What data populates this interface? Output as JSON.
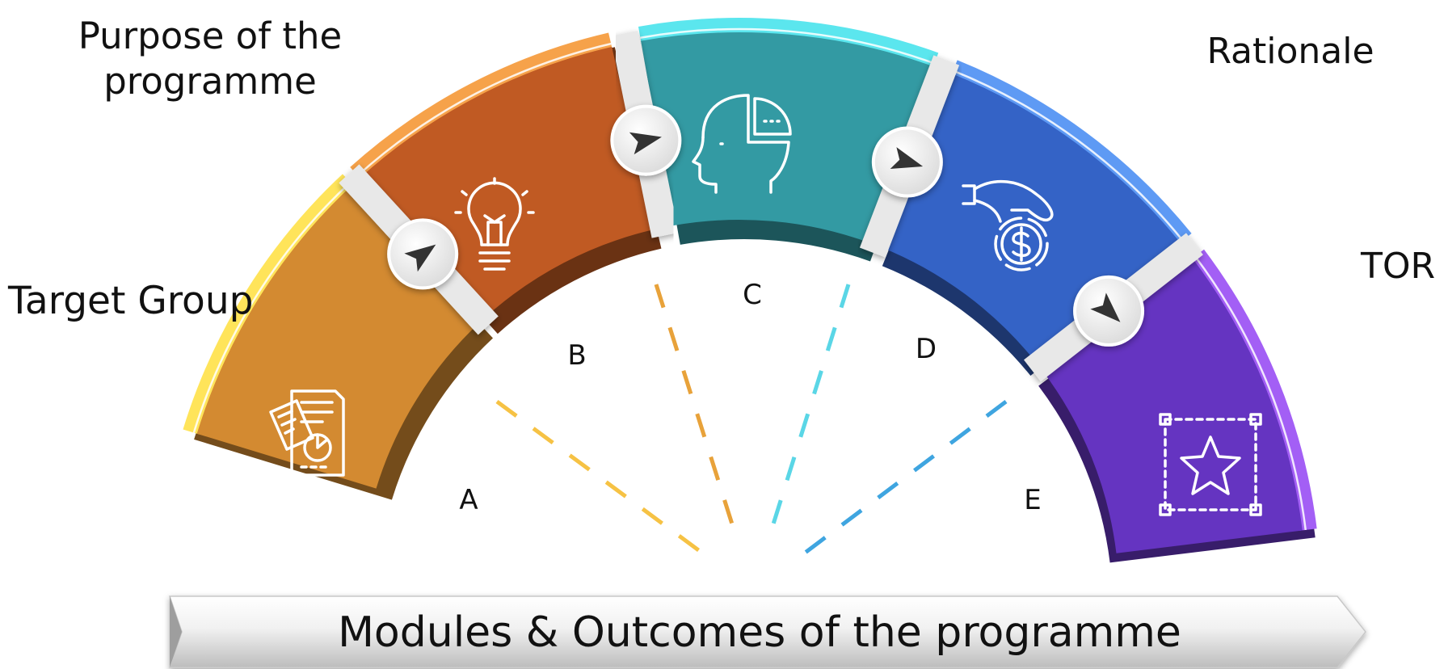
{
  "diagram": {
    "banner_text": "Modules & Outcomes of the programme",
    "segments": [
      {
        "letter": "A",
        "label": "Target Group",
        "icon": "report-documents-icon",
        "color": "#D38A31",
        "edge": "#FFE45A"
      },
      {
        "letter": "B",
        "label": "Purpose of the programme",
        "icon": "lightbulb-icon",
        "color": "#C05A23",
        "edge": "#F6A24A"
      },
      {
        "letter": "C",
        "label": "",
        "icon": "head-pie-chart-icon",
        "color": "#339AA3",
        "edge": "#5BE6EE"
      },
      {
        "letter": "D",
        "label": "Rationale",
        "icon": "hand-coin-icon",
        "color": "#3463C6",
        "edge": "#5E9AF4"
      },
      {
        "letter": "E",
        "label": "TOR",
        "icon": "star-selection-icon",
        "color": "#6534C1",
        "edge": "#A35FF5"
      }
    ],
    "labels": {
      "target_group": "Target Group",
      "purpose_line1": "Purpose of the",
      "purpose_line2": "programme",
      "rationale": "Rationale",
      "tor": "TOR"
    },
    "ray_colors": [
      "#F6C244",
      "#E8A23A",
      "#5AD6E6",
      "#3FA5E0"
    ]
  }
}
